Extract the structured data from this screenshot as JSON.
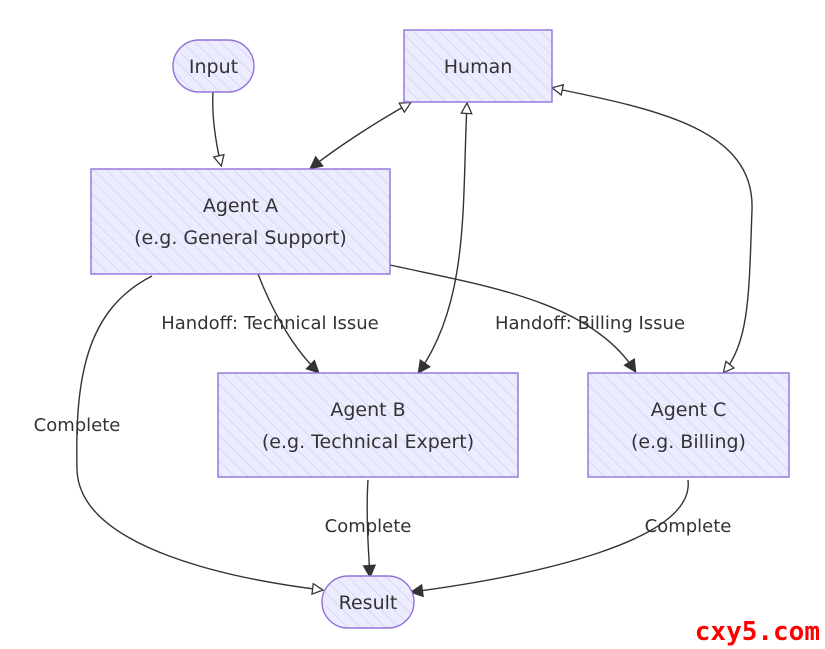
{
  "nodes": {
    "input": {
      "label": "Input"
    },
    "human": {
      "label": "Human"
    },
    "agent_a": {
      "line1": "Agent A",
      "line2": "(e.g. General Support)"
    },
    "agent_b": {
      "line1": "Agent B",
      "line2": "(e.g. Technical Expert)"
    },
    "agent_c": {
      "line1": "Agent C",
      "line2": "(e.g. Billing)"
    },
    "result": {
      "label": "Result"
    }
  },
  "edges": {
    "handoff_technical": "Handoff: Technical Issue",
    "handoff_billing": "Handoff: Billing Issue",
    "complete_a": "Complete",
    "complete_b": "Complete",
    "complete_c": "Complete"
  },
  "watermark": "cxy5.com",
  "colors": {
    "node_fill": "#ececff",
    "node_stroke": "#9370db",
    "edge": "#333333",
    "watermark": "#ff0000"
  }
}
